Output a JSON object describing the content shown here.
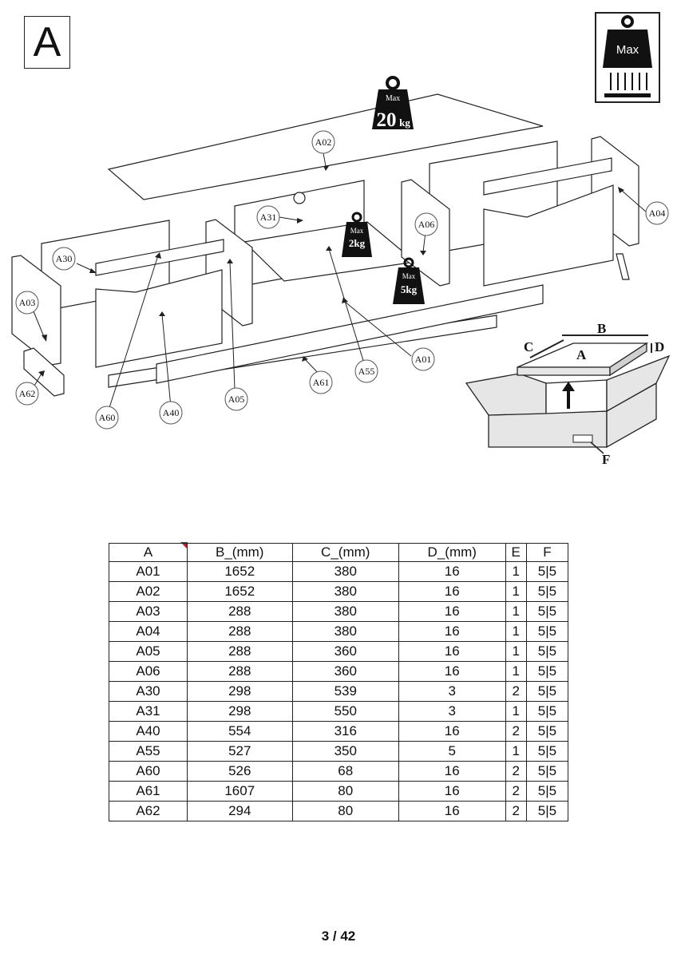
{
  "section_label": "A",
  "max_sign": {
    "label": "Max"
  },
  "weights": {
    "top": {
      "label": "Max",
      "value": "20",
      "unit": "kg"
    },
    "shelf": {
      "label": "Max",
      "value": "2kg"
    },
    "drawer": {
      "label": "Max",
      "value": "5kg"
    }
  },
  "callouts": {
    "a01": "A01",
    "a02": "A02",
    "a03": "A03",
    "a04": "A04",
    "a05": "A05",
    "a06": "A06",
    "a30": "A30",
    "a31": "A31",
    "a40": "A40",
    "a55": "A55",
    "a60": "A60",
    "a61": "A61",
    "a62": "A62"
  },
  "box_labels": {
    "a": "A",
    "b": "B",
    "c": "C",
    "d": "D",
    "f": "F"
  },
  "table": {
    "headers": [
      "A",
      "B_(mm)",
      "C_(mm)",
      "D_(mm)",
      "E",
      "F"
    ],
    "rows": [
      [
        "A01",
        "1652",
        "380",
        "16",
        "1",
        "5|5"
      ],
      [
        "A02",
        "1652",
        "380",
        "16",
        "1",
        "5|5"
      ],
      [
        "A03",
        "288",
        "380",
        "16",
        "1",
        "5|5"
      ],
      [
        "A04",
        "288",
        "380",
        "16",
        "1",
        "5|5"
      ],
      [
        "A05",
        "288",
        "360",
        "16",
        "1",
        "5|5"
      ],
      [
        "A06",
        "288",
        "360",
        "16",
        "1",
        "5|5"
      ],
      [
        "A30",
        "298",
        "539",
        "3",
        "2",
        "5|5"
      ],
      [
        "A31",
        "298",
        "550",
        "3",
        "1",
        "5|5"
      ],
      [
        "A40",
        "554",
        "316",
        "16",
        "2",
        "5|5"
      ],
      [
        "A55",
        "527",
        "350",
        "5",
        "1",
        "5|5"
      ],
      [
        "A60",
        "526",
        "68",
        "16",
        "2",
        "5|5"
      ],
      [
        "A61",
        "1607",
        "80",
        "16",
        "2",
        "5|5"
      ],
      [
        "A62",
        "294",
        "80",
        "16",
        "2",
        "5|5"
      ]
    ]
  },
  "page_number": "3 / 42",
  "colors": {
    "ink": "#111111",
    "box_fill": "#e6e6e6",
    "corner_mark": "#dd1111"
  }
}
